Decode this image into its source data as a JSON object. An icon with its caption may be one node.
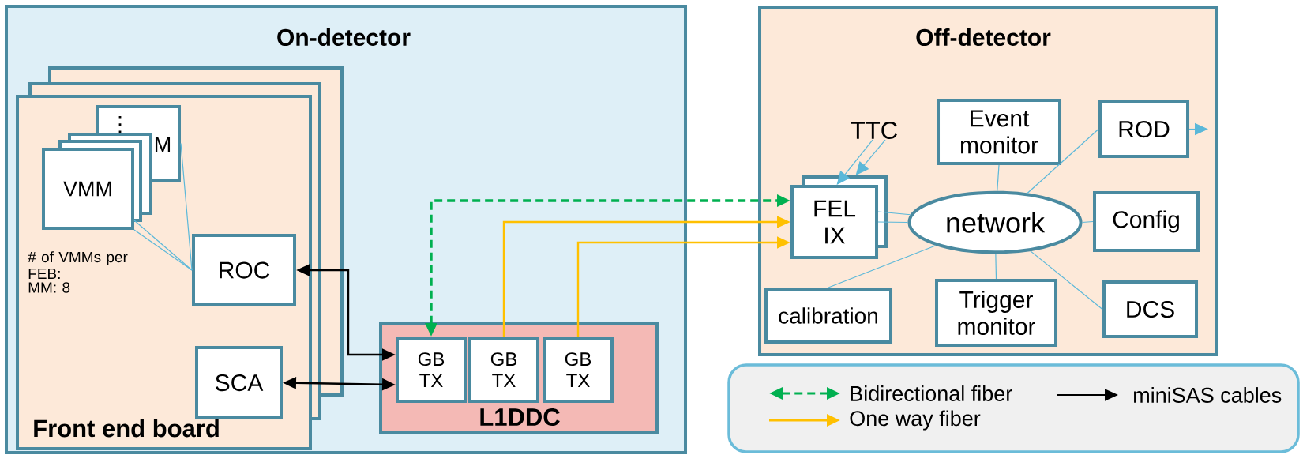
{
  "diagram": {
    "nodes": [
      {
        "text": [
          "On-detector"
        ]
      },
      {
        "text": [
          "Front end board"
        ],
        "in": 0
      },
      {
        "text": [
          "⋮",
          "M"
        ],
        "in": 1
      },
      {
        "text": [
          "VMM"
        ],
        "in": 1
      },
      {
        "text": [
          "ROC"
        ],
        "in": 1
      },
      {
        "text": [
          "SCA"
        ],
        "in": 1
      },
      {
        "text": [
          "L1DDC"
        ],
        "in": 0
      },
      {
        "text": [
          "GB TX"
        ],
        "in": 6
      },
      {
        "text": [
          "GB TX"
        ],
        "in": 6
      },
      {
        "text": [
          "GB TX"
        ],
        "in": 6
      },
      {
        "text": [
          "Off-detector"
        ]
      },
      {
        "text": [
          "TTC"
        ],
        "in": 10
      },
      {
        "text": [
          "Event monitor"
        ],
        "in": 10
      },
      {
        "text": [
          "ROD"
        ],
        "in": 10
      },
      {
        "text": [
          "FEL IX"
        ],
        "in": 10
      },
      {
        "text": [
          "network"
        ],
        "in": 10
      },
      {
        "text": [
          "Config"
        ],
        "in": 10
      },
      {
        "text": [
          "calibration"
        ],
        "in": 10
      },
      {
        "text": [
          "Trigger monitor"
        ],
        "in": 10
      },
      {
        "text": [
          "DCS"
        ],
        "in": 10
      }
    ],
    "edges": [
      {
        "from": 2,
        "to": 4,
        "arrow": "none"
      },
      {
        "from": 3,
        "to": 4,
        "arrow": "none"
      },
      {
        "from": 3,
        "to": 4,
        "arrow": "none"
      },
      {
        "from": 4,
        "to": 7,
        "arrow": "both",
        "color": "#000000"
      },
      {
        "from": 5,
        "to": 7,
        "arrow": "both",
        "color": "#000000"
      },
      {
        "from": 7,
        "to": 14,
        "arrow": "both",
        "style": "dashed",
        "color": "#00b050"
      },
      {
        "from": 8,
        "to": 14,
        "arrow": "to",
        "color": "#ffc000"
      },
      {
        "from": 9,
        "to": 14,
        "arrow": "to",
        "color": "#ffc000"
      },
      {
        "from": 11,
        "to": 14,
        "arrow": "to"
      },
      {
        "from": 11,
        "to": 14,
        "arrow": "to"
      },
      {
        "from": 14,
        "to": 15,
        "arrow": "none"
      },
      {
        "from": 14,
        "to": 15,
        "arrow": "none"
      },
      {
        "from": 12,
        "to": 15,
        "arrow": "none"
      },
      {
        "from": 13,
        "to": 15,
        "arrow": "none"
      },
      {
        "from": 16,
        "to": 15,
        "arrow": "none"
      },
      {
        "from": 19,
        "to": 15,
        "arrow": "none"
      },
      {
        "from": 18,
        "to": 15,
        "arrow": "none"
      },
      {
        "from": 17,
        "to": 15,
        "arrow": "none"
      },
      {
        "from": 13,
        "to": null,
        "arrow": "to"
      }
    ],
    "labels": [
      "# of VMMs per FEB:",
      "MM: 8"
    ],
    "legend": [
      {
        "text": "Bidirectional fiber"
      },
      {
        "text": "miniSAS cables"
      },
      {
        "text": "One way fiber"
      }
    ]
  }
}
